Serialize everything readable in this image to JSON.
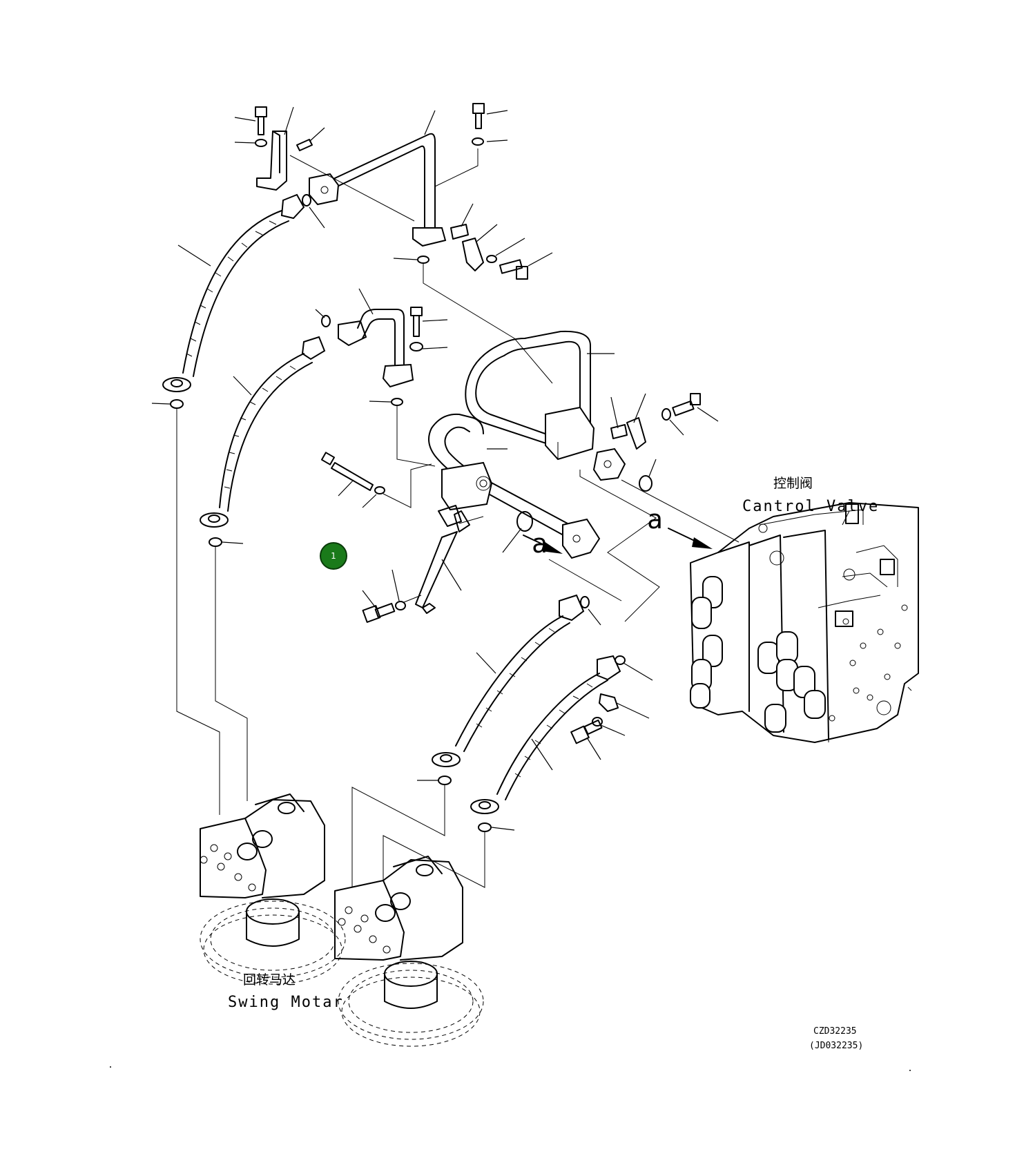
{
  "labels": {
    "control_valve_cn": "控制阀",
    "control_valve_en": "Cantrol Valve",
    "swing_motor_cn": "回转马达",
    "swing_motor_en": "Swing Motar",
    "view_a_1": "a",
    "view_a_2": "a",
    "drawing_no": "CZD32235",
    "drawing_no_sub": "(JD032235)"
  },
  "callouts": [
    {
      "number": "1",
      "color": "#1a7a1a"
    }
  ]
}
